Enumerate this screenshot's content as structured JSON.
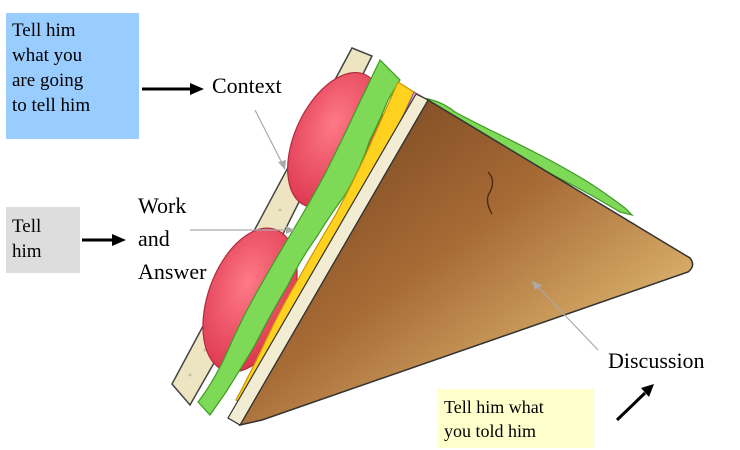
{
  "boxes": {
    "context": "Tell him\nwhat you\nare going\nto tell him",
    "work": "Tell\nhim",
    "discussion": "Tell him what\nyou told him"
  },
  "labels": {
    "context": "Context",
    "work": "Work\nand\nAnswer",
    "discussion": "Discussion"
  },
  "colors": {
    "context_box": "#99ccff",
    "work_box": "#dddddd",
    "discussion_box": "#ffffcc",
    "bread": "#f2ecd2",
    "crust": "#7a4a22",
    "tomato": "#e04a58",
    "lettuce": "#7ed957",
    "cheese": "#ffd21f",
    "ham": "#e8b7d6"
  }
}
